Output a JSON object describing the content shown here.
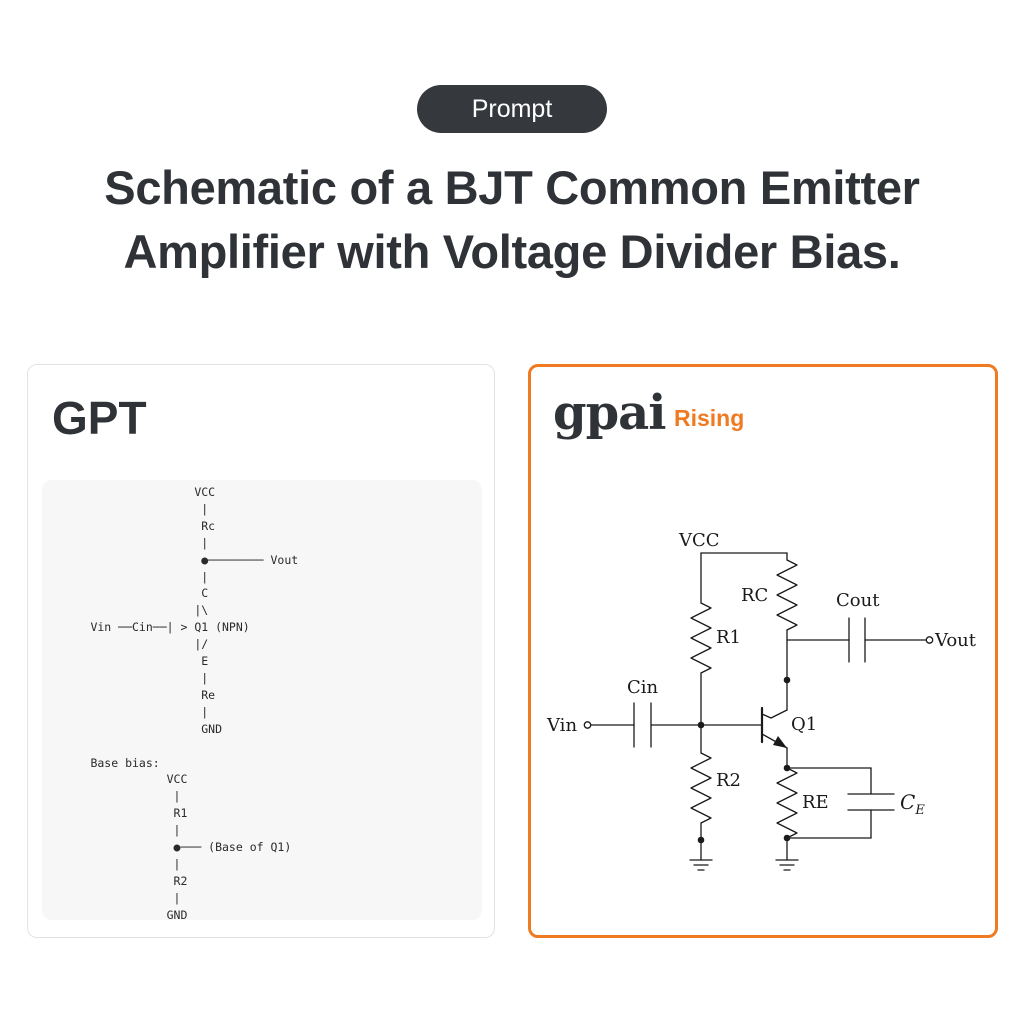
{
  "prompt_pill": "Prompt",
  "title_line1": "Schematic of a BJT Common Emitter",
  "title_line2": "Amplifier with Voltage Divider Bias.",
  "left_panel": {
    "name": "GPT",
    "ascii": "                      VCC\n                       |\n                       Rc\n                       |\n                       ●──────── Vout\n                       |\n                       C\n                      |\\\n       Vin ──Cin──| > Q1 (NPN)\n                      |/\n                       E\n                       |\n                       Re\n                       |\n                       GND\n\n       Base bias:\n                  VCC\n                   |\n                   R1\n                   |\n                   ●─── (Base of Q1)\n                   |\n                   R2\n                   |\n                  GND"
  },
  "right_panel": {
    "name": "gpai",
    "badge": "Rising",
    "labels": {
      "vcc": "VCC",
      "rc": "RC",
      "r1": "R1",
      "cout": "Cout",
      "vout": "Vout",
      "cin": "Cin",
      "vin": "Vin",
      "q1": "Q1",
      "r2": "R2",
      "re": "RE",
      "ce_main": "C",
      "ce_sub": "E"
    }
  },
  "colors": {
    "accent": "#f07a21",
    "dark": "#35383d"
  }
}
